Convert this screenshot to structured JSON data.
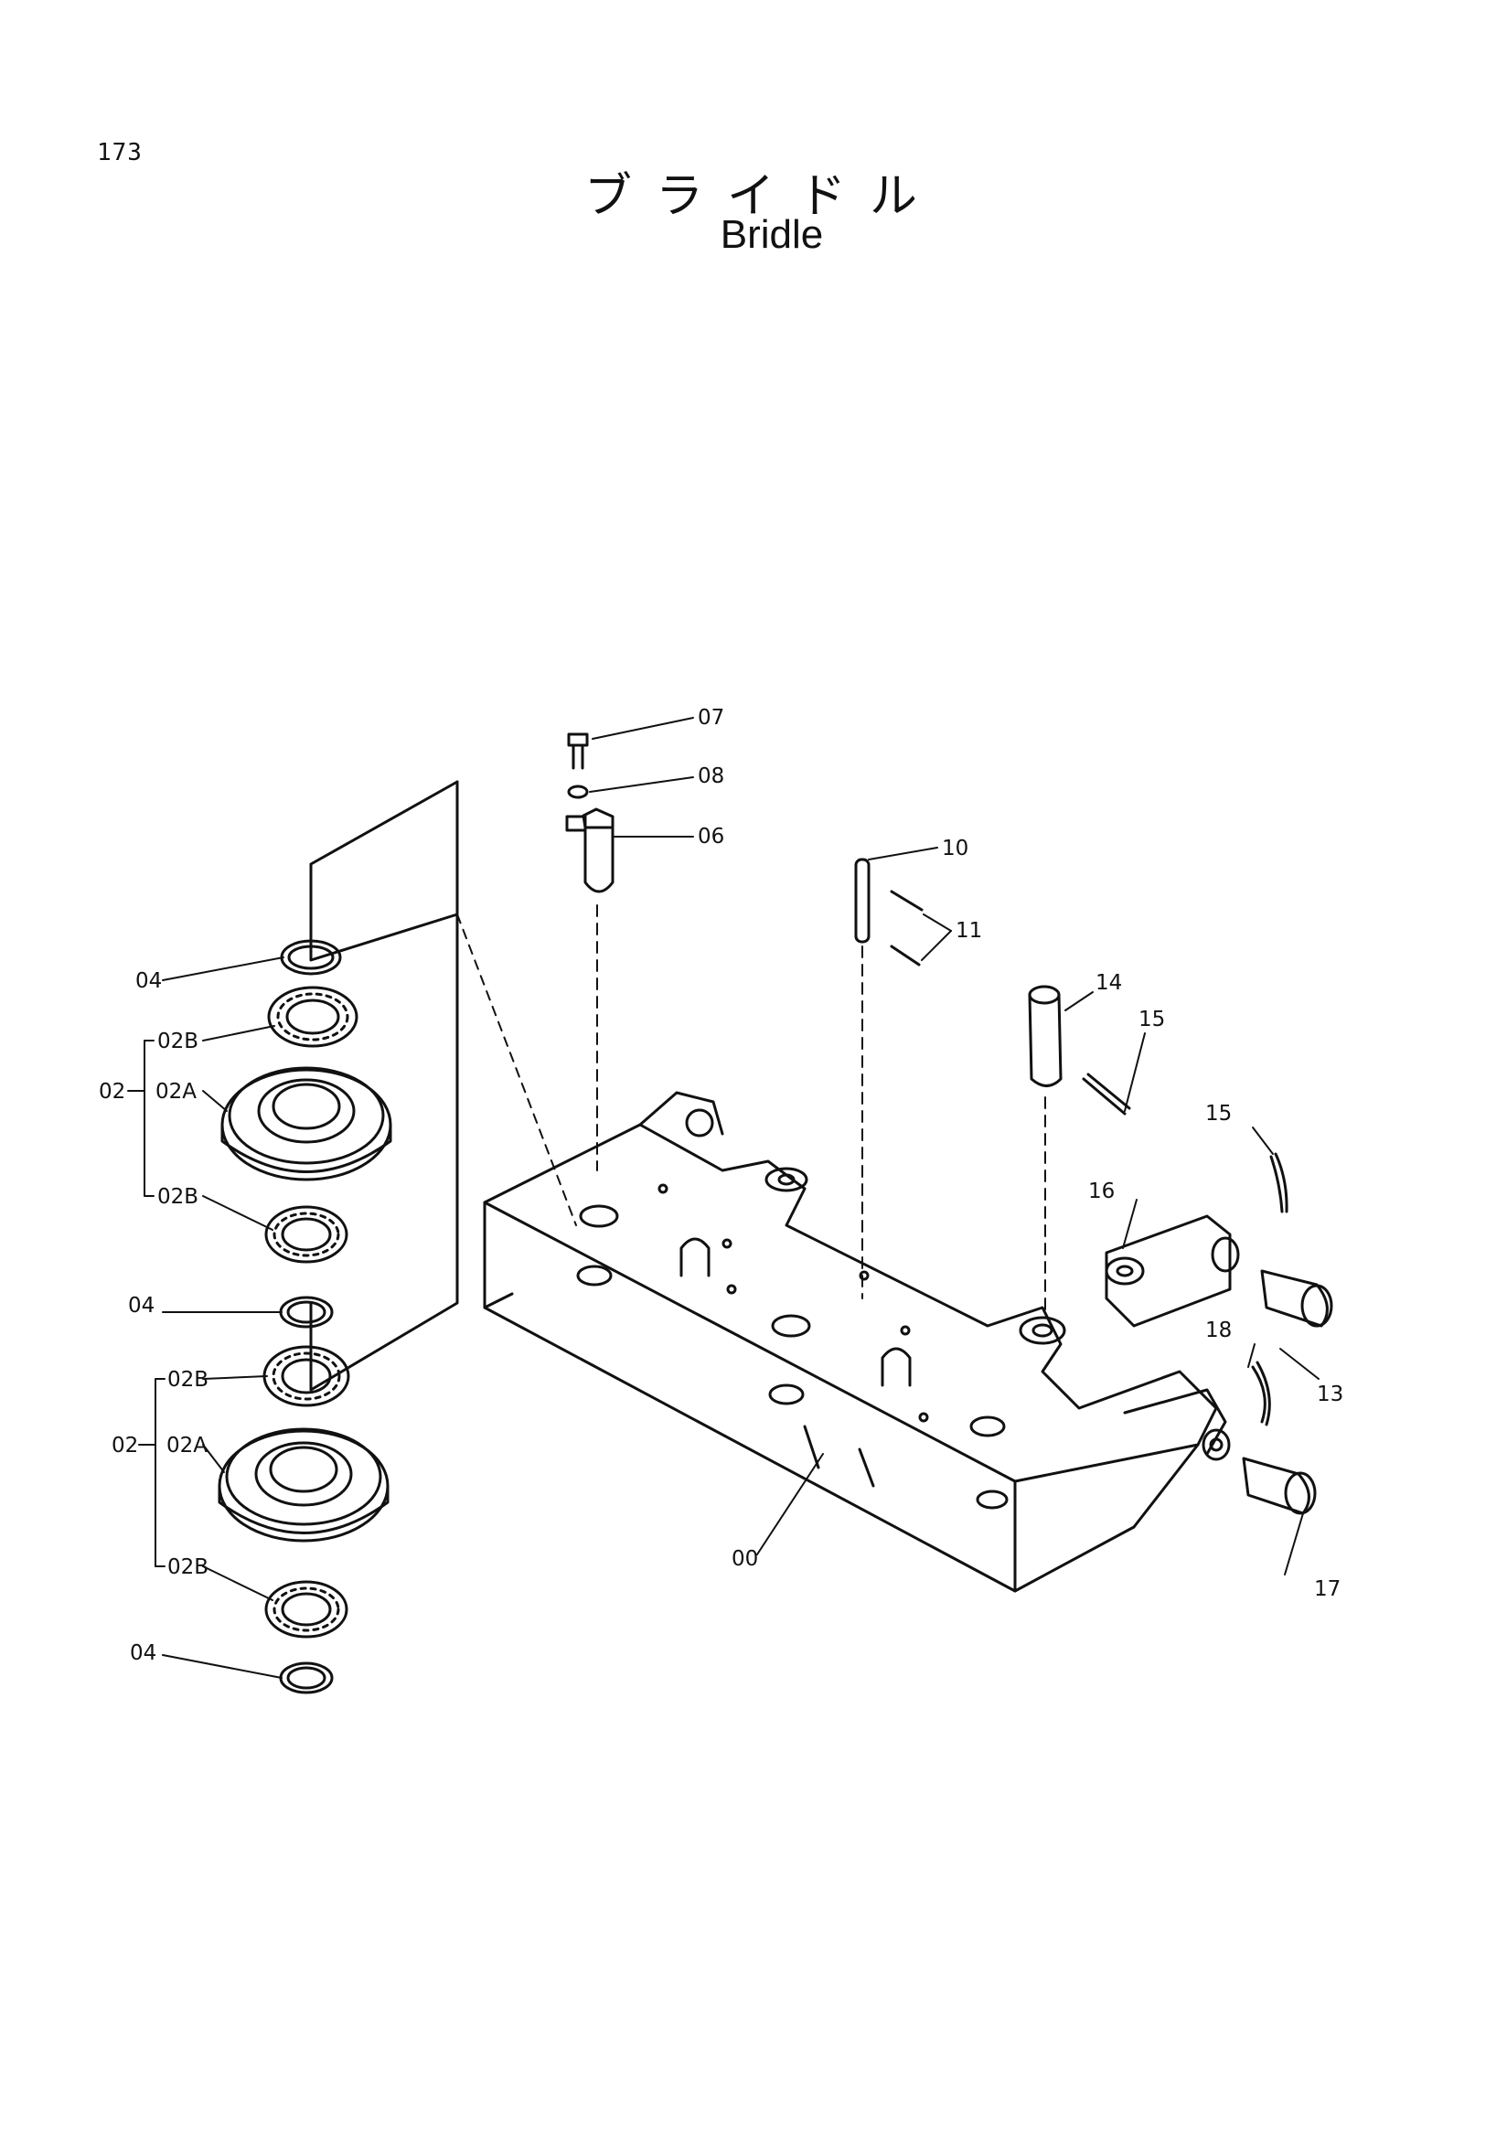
{
  "page_number": "173",
  "title_jp": "ブライドル",
  "title_en": "Bridle",
  "labels": {
    "p00": "00",
    "p02_top": "02",
    "p02A_top": "02A",
    "p02B_top_a": "02B",
    "p02B_top_b": "02B",
    "p02_bot": "02",
    "p02A_bot": "02A",
    "p02B_bot_a": "02B",
    "p02B_bot_b": "02B",
    "p04_a": "04",
    "p04_b": "04",
    "p04_c": "04",
    "p06": "06",
    "p07": "07",
    "p08": "08",
    "p10": "10",
    "p11": "11",
    "p13": "13",
    "p14": "14",
    "p15_a": "15",
    "p15_b": "15",
    "p16": "16",
    "p17": "17",
    "p18": "18"
  }
}
